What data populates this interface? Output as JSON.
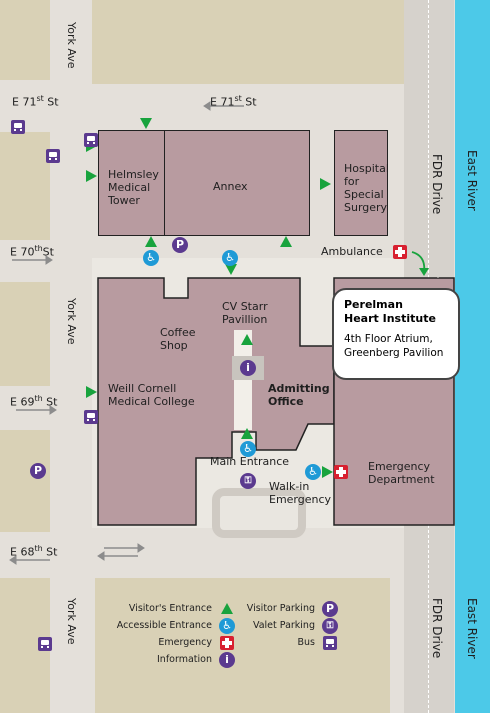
{
  "streets": {
    "york_ave": "York Ave",
    "e71_pre": "E 71",
    "e71_sup": "st",
    "e71_post": " St",
    "e70_pre": "E 70",
    "e70_sup": "th",
    "e70_post": "St",
    "e69_pre": "E 69",
    "e69_sup": "th",
    "e69_post": " St",
    "e68_pre": "E 68",
    "e68_sup": "th",
    "e68_post": " St",
    "fdr_drive": "FDR Drive",
    "east_river": "East River"
  },
  "buildings": {
    "helmsley": [
      "Helmsley",
      "Medical",
      "Tower"
    ],
    "annex": "Annex",
    "hss": [
      "Hospital",
      "for",
      "Special",
      "Surgery"
    ],
    "coffee": [
      "Coffee",
      "Shop"
    ],
    "cv_starr": [
      "CV Starr",
      "Pavillion"
    ],
    "weill": [
      "Weill  Cornell",
      "Medical  College"
    ],
    "admitting": [
      "Admitting",
      "Office"
    ],
    "emergency": [
      "Emergency",
      "Department"
    ]
  },
  "labels": {
    "ambulance": "Ambulance",
    "main_entrance": "Main Entrance",
    "walk_in": [
      "Walk-in",
      "Emergency"
    ]
  },
  "callout": {
    "title": [
      "Perelman",
      "Heart Institute"
    ],
    "detail": [
      "4th Floor Atrium,",
      "Greenberg Pavilion"
    ]
  },
  "legend": {
    "visitors_entrance": "Visitor's Entrance",
    "accessible_entrance": "Accessible Entrance",
    "emergency": "Emergency",
    "information": "Information",
    "visitor_parking": "Visitor Parking",
    "valet_parking": "Valet Parking",
    "bus": "Bus"
  },
  "icons": {
    "visitor_entrance": "green-triangle",
    "accessible": "wheelchair-icon",
    "parking": "P",
    "valet": "key-icon",
    "emergency": "red-cross",
    "information": "i",
    "bus": "bus-icon"
  },
  "colors": {
    "building": "#b89ba0",
    "block": "#d9d1b6",
    "street": "#e4e0da",
    "river": "#4cc9e8",
    "entrance": "#18a33d",
    "accessible": "#1f9ad6",
    "parking": "#5b3a8f",
    "emergency": "#d82030"
  }
}
